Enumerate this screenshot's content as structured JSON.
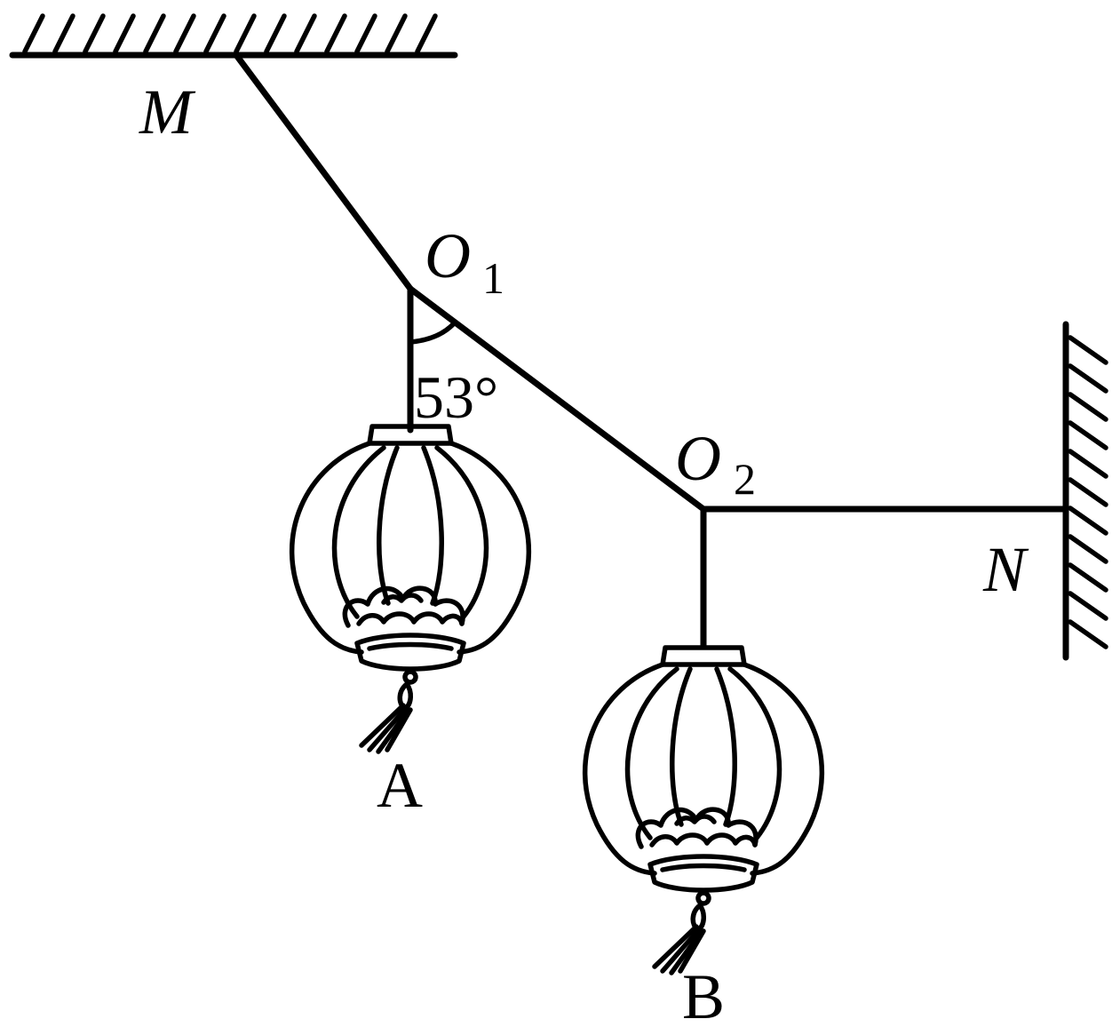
{
  "labels": {
    "M": "M",
    "O1_letter": "O",
    "O1_sub": "1",
    "O2_letter": "O",
    "O2_sub": "2",
    "N": "N",
    "angle": "53°",
    "lantern_a": "A",
    "lantern_b": "B"
  },
  "colors": {
    "ink": "#000000",
    "background": "#ffffff"
  },
  "icons": {
    "ceiling": "hatched-ceiling",
    "wall": "hatched-wall",
    "lantern": "lantern-icon"
  }
}
